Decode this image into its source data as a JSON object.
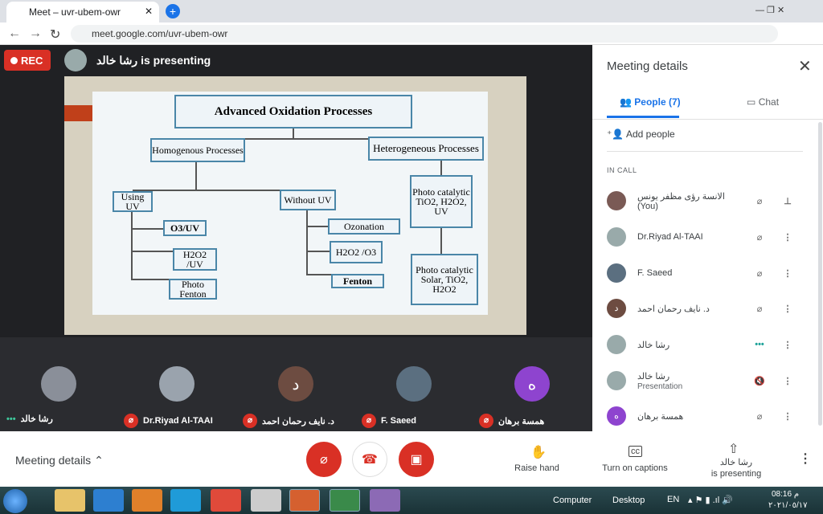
{
  "browser": {
    "tab_title": "Meet – uvr-ubem-owr",
    "url": "meet.google.com/uvr-ubem-owr"
  },
  "stage": {
    "rec_label": "REC",
    "presenter_text": "رشا خالد is presenting"
  },
  "slide": {
    "title": "Advanced Oxidation Processes",
    "homogenous": "Homogenous Processes",
    "heterogeneous": "Heterogeneous Processes",
    "using_uv": "Using UV",
    "without_uv": "Without UV",
    "o3_uv": "O3/UV",
    "h2o2_uv": "H2O2 /UV",
    "photo_fenton": "Photo Fenton",
    "ozonation": "Ozonation",
    "h2o2_o3": "H2O2 /O3",
    "fenton": "Fenton",
    "photo_cat_uv": "Photo catalytic TiO2, H2O2, UV",
    "photo_cat_solar": "Photo catalytic Solar, TiO2, H2O2"
  },
  "tiles": [
    {
      "name": "رشا خالد",
      "initial": ""
    },
    {
      "name": "Dr.Riyad Al-TAAI",
      "initial": ""
    },
    {
      "name": "د. نايف رحمان احمد",
      "initial": "د"
    },
    {
      "name": "F. Saeed",
      "initial": ""
    },
    {
      "name": "همسة برهان",
      "initial": "ه"
    }
  ],
  "panel": {
    "title": "Meeting details",
    "tab_people": "People (7)",
    "tab_chat": "Chat",
    "add_people": "Add people",
    "in_call": "IN CALL",
    "people": [
      {
        "name": "الانسة رؤى مظفر يونس (You)",
        "sub": "",
        "initial": ""
      },
      {
        "name": "Dr.Riyad Al-TAAI",
        "sub": "",
        "initial": ""
      },
      {
        "name": "F. Saeed",
        "sub": "",
        "initial": ""
      },
      {
        "name": "د. نايف رحمان احمد",
        "sub": "",
        "initial": "د"
      },
      {
        "name": "رشا خالد",
        "sub": "",
        "initial": ""
      },
      {
        "name": "رشا خالد",
        "sub": "Presentation",
        "initial": ""
      },
      {
        "name": "همسة برهان",
        "sub": "",
        "initial": "ه"
      }
    ]
  },
  "bottom": {
    "meeting_details": "Meeting details",
    "raise_hand": "Raise hand",
    "captions": "Turn on captions",
    "presenter_name": "رشا خالد",
    "is_presenting": "is presenting"
  },
  "taskbar": {
    "computer": "Computer",
    "desktop": "Desktop",
    "lang": "EN",
    "time": "08:16 م",
    "date": "٢٠٢١/٠٥/١٧"
  }
}
